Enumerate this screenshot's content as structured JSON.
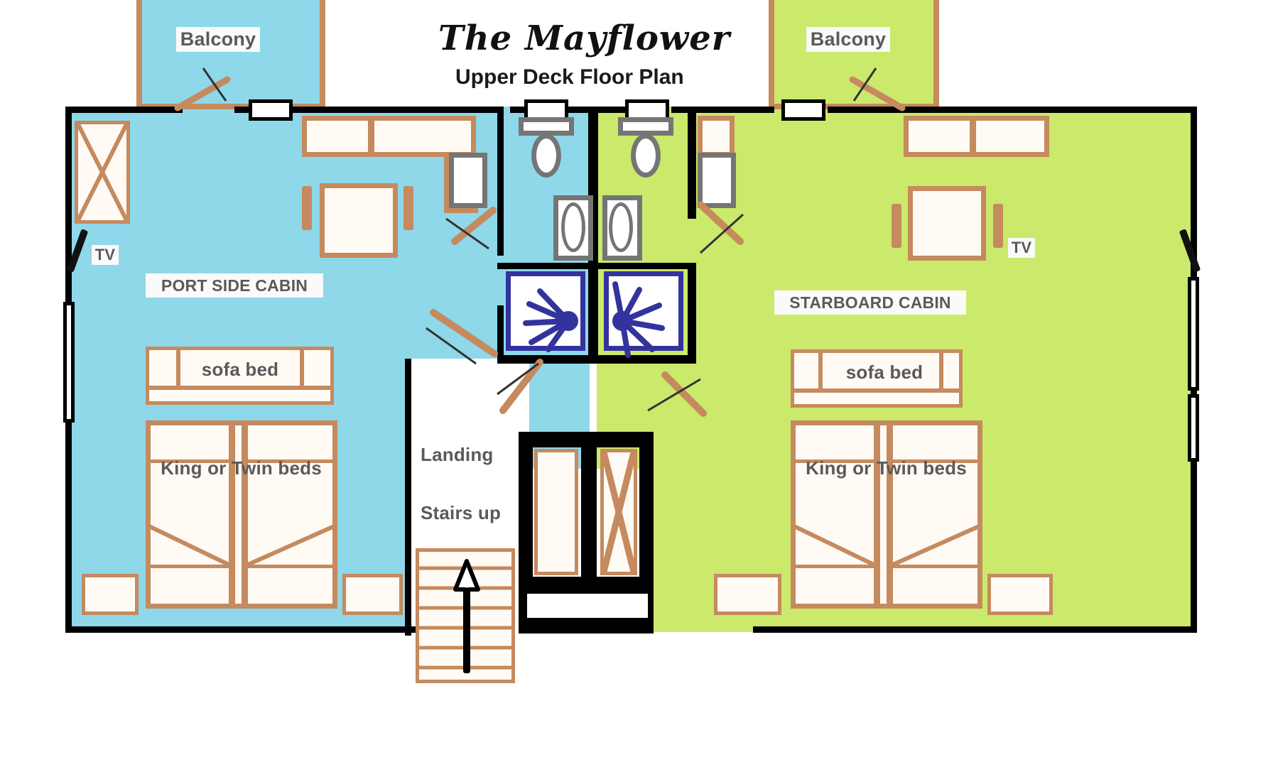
{
  "title": {
    "main": "The Mayflower",
    "sub": "Upper Deck Floor Plan"
  },
  "labels": {
    "balcony_port": "Balcony",
    "balcony_starboard": "Balcony",
    "tv_port": "TV",
    "tv_starboard": "TV",
    "cabin_port": "PORT SIDE CABIN",
    "cabin_starboard": "STARBOARD CABIN",
    "sofa_bed_port": "sofa bed",
    "sofa_bed_starboard": "sofa bed",
    "beds_port": "King or Twin beds",
    "beds_starboard": "King or Twin beds",
    "landing": "Landing",
    "stairs": "Stairs up"
  },
  "colors": {
    "port_cabin_fill": "#8fd8ea",
    "starboard_cabin_fill": "#cbe96b",
    "furniture_outline": "#c58a5e",
    "wall": "#000000",
    "fixture_outline": "#757575",
    "shower_outline": "#33339e",
    "label_text": "#5a5a5a"
  },
  "icons": {
    "stairs_direction": "up-arrow-icon",
    "shower_port": "shower-spray-icon",
    "shower_starboard": "shower-spray-icon",
    "wardrobe_port": "wardrobe-x-icon",
    "wardrobe_center": "wardrobe-x-icon",
    "toilet_port": "toilet-icon",
    "toilet_starboard": "toilet-icon",
    "sink_port": "sink-icon",
    "sink_starboard": "sink-icon"
  }
}
